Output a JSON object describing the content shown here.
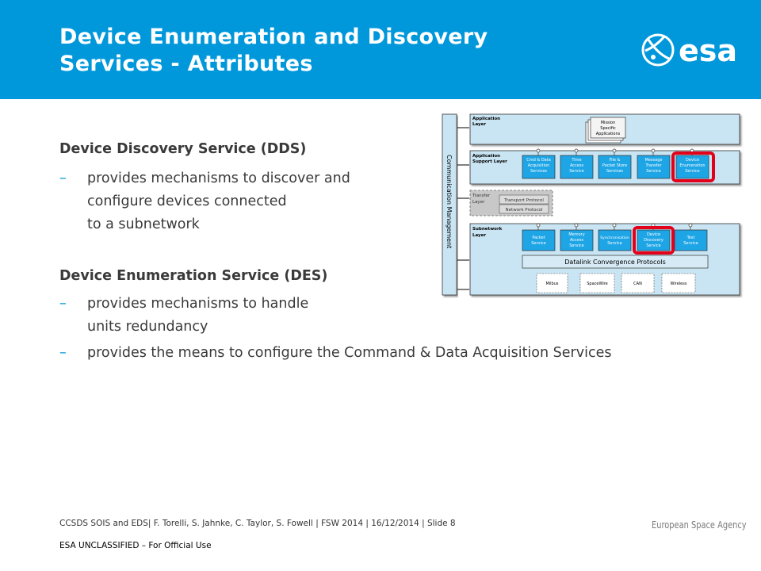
{
  "header": {
    "title_line1": "Device Enumeration and Discovery",
    "title_line2": "Services - Attributes",
    "logo_text": "esa",
    "color": "#0098db"
  },
  "content": {
    "dds_heading": "Device Discovery Service (DDS)",
    "dds_bullet_lines": [
      "provides mechanisms to discover and",
      "configure devices connected",
      "to a subnetwork"
    ],
    "des_heading": "Device Enumeration Service (DES)",
    "des_bullet1_lines": [
      "provides mechanisms to handle",
      "units redundancy"
    ],
    "des_bullet2": "provides the means to configure the Command & Data Acquisition Services",
    "dash": "–"
  },
  "diagram": {
    "comm_mgmt": "Communication Management",
    "application_layer": [
      "Application",
      "Layer"
    ],
    "mission_apps": [
      "Mission",
      "Specific",
      "Applications"
    ],
    "support_layer": [
      "Application",
      "Support Layer"
    ],
    "support_services": [
      [
        "Cmd & Data",
        "Acquisition",
        "Services"
      ],
      [
        "Time",
        "Access",
        "Service"
      ],
      [
        "File &",
        "Packet Store",
        "Services"
      ],
      [
        "Message",
        "Transfer",
        "Service"
      ],
      [
        "Device",
        "Enumeration",
        "Service"
      ]
    ],
    "transfer_layer": [
      "Transfer",
      "Layer"
    ],
    "transport_protocol": "Transport Protocol",
    "network_protocol": "Network Protocol",
    "subnetwork_layer": [
      "Subnetwork",
      "Layer"
    ],
    "subnetwork_services": [
      [
        "Packet",
        "Service"
      ],
      [
        "Memory",
        "Access",
        "Service"
      ],
      [
        "Synchronisation",
        "Service"
      ],
      [
        "Device",
        "Discovery",
        "Service"
      ],
      [
        "Test",
        "Service"
      ]
    ],
    "datalink": "Datalink Convergence Protocols",
    "links": [
      "Milbus",
      "SpaceWire",
      "CAN",
      "Wireless"
    ],
    "highlight_color": "#e3001b"
  },
  "footer": {
    "citation": "CCSDS SOIS and EDS| F. Torelli, S. Jahnke, C. Taylor, S. Fowell | FSW 2014 | 16/12/2014 | Slide  8",
    "classification": "ESA UNCLASSIFIED – For Official Use",
    "agency": "European Space Agency"
  }
}
